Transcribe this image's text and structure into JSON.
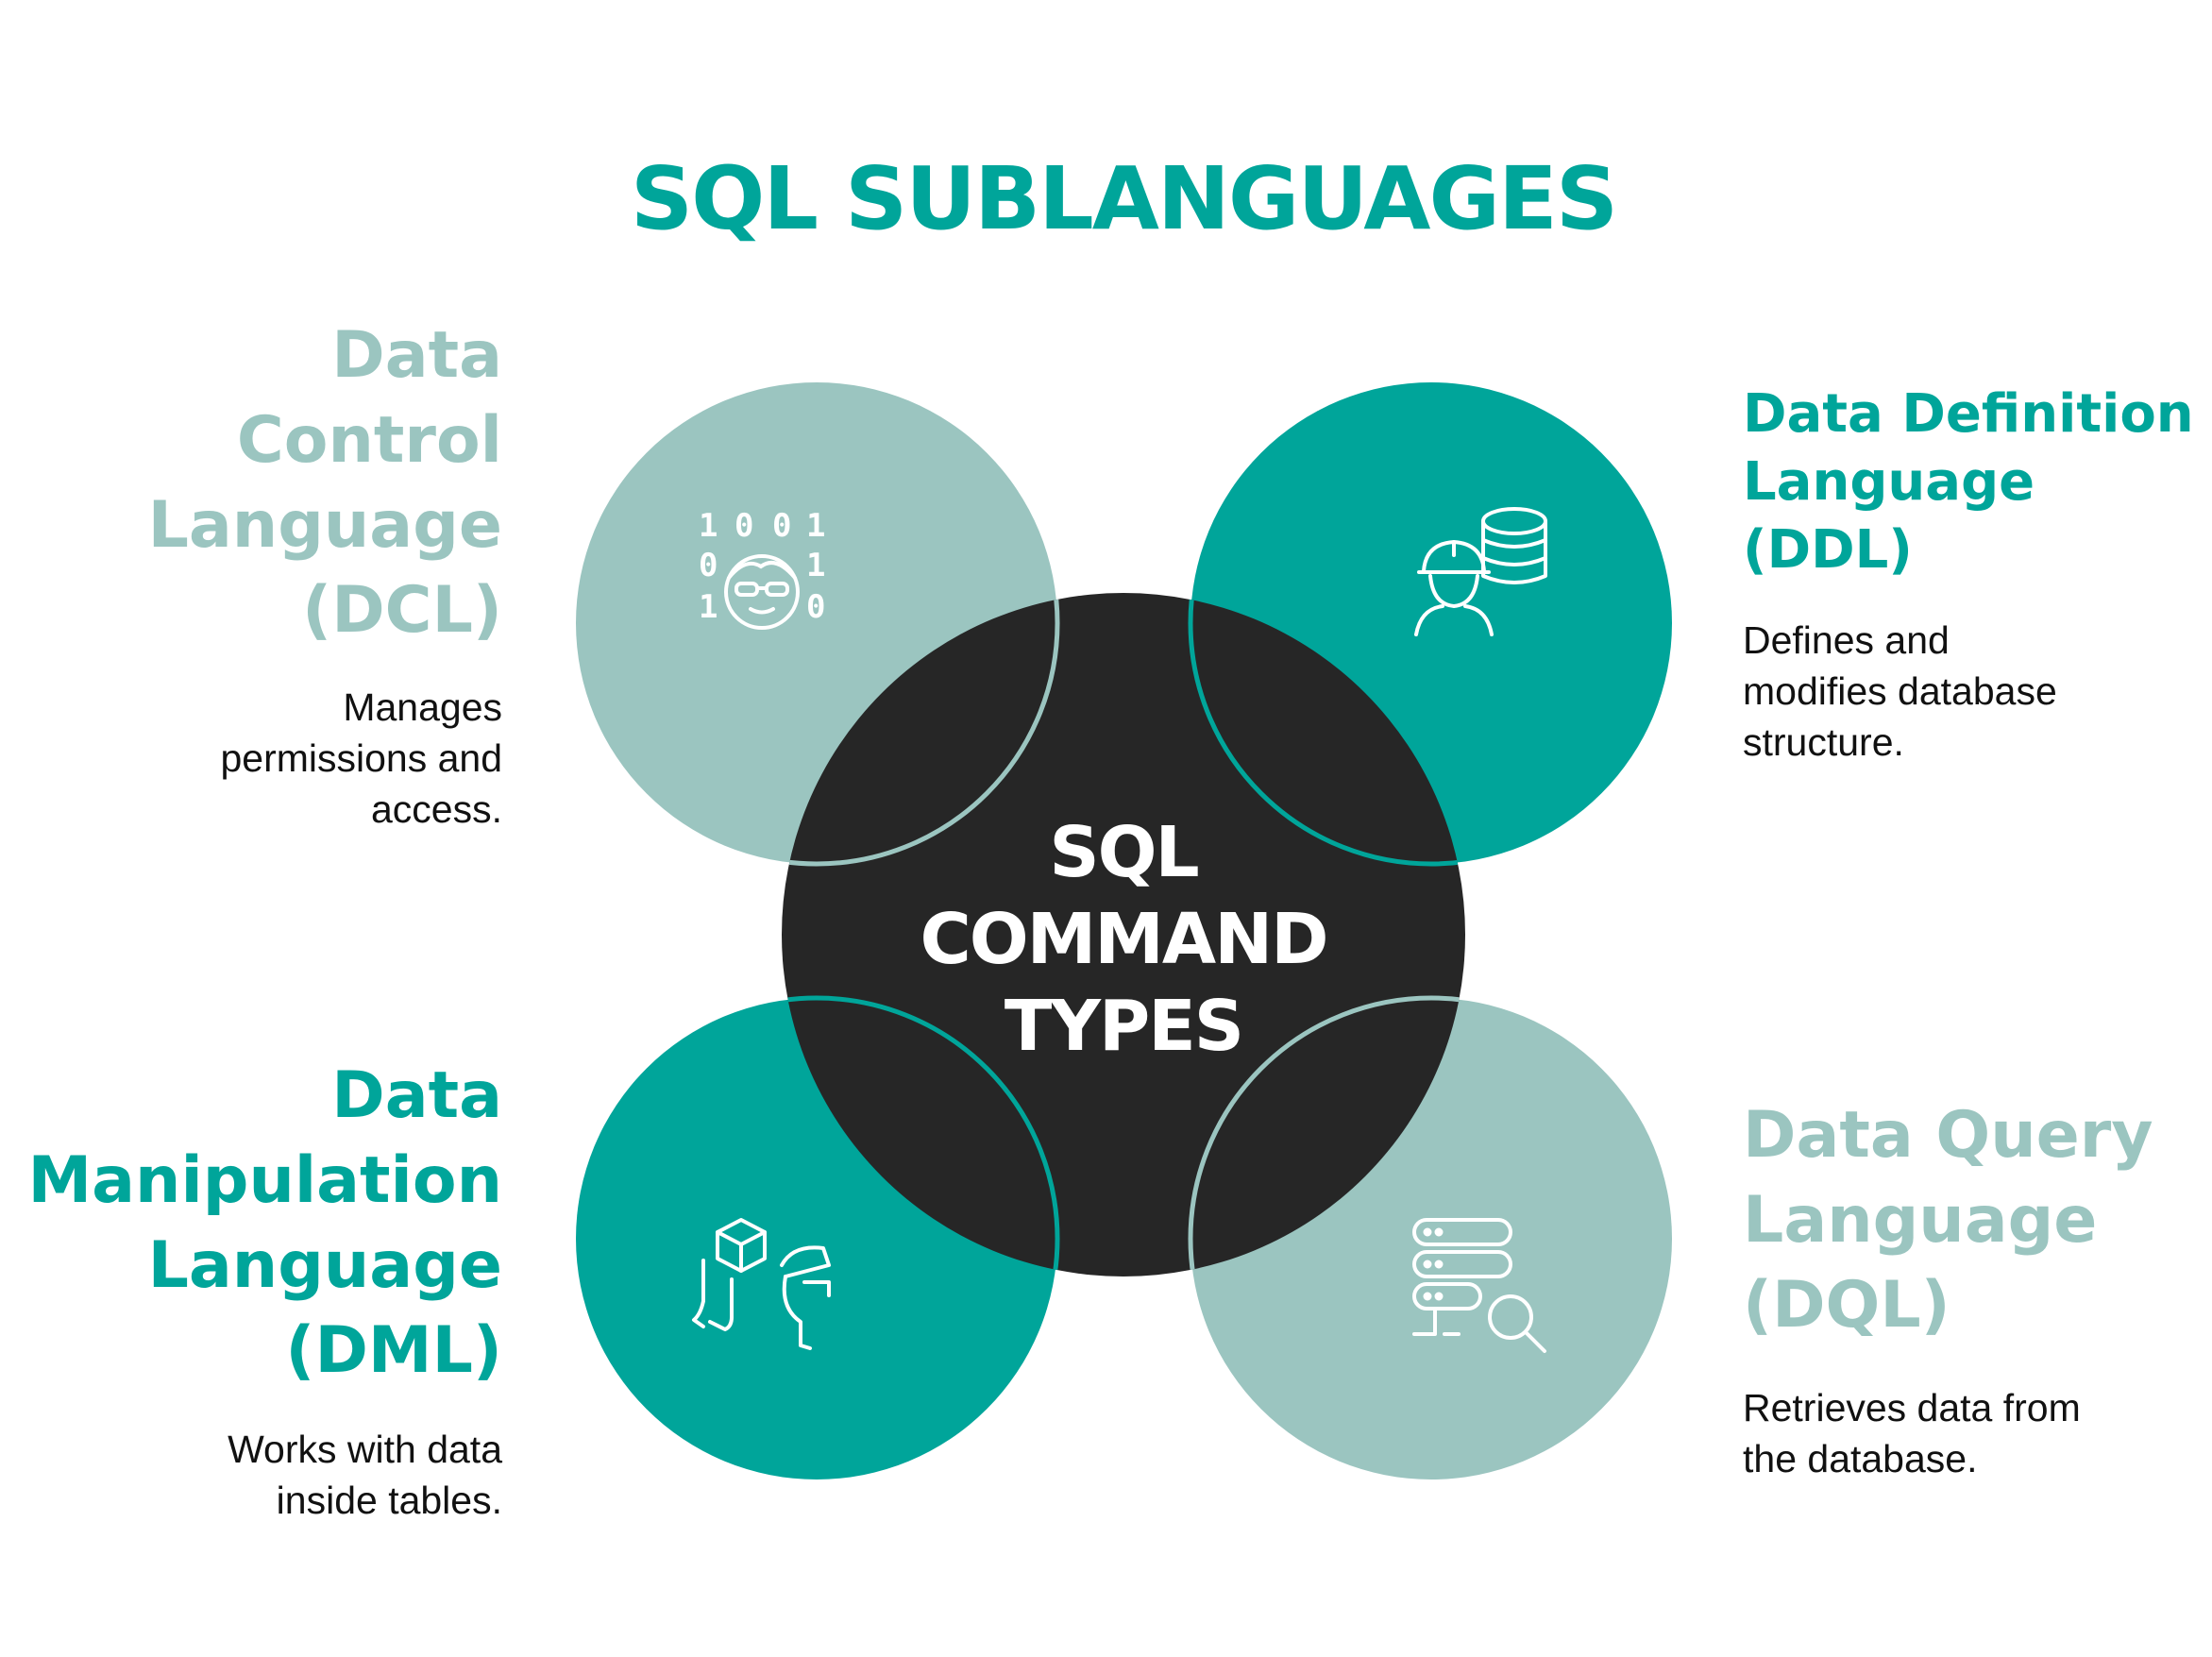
{
  "title": "SQL SUBLANGUAGES",
  "center": {
    "lines": [
      "SQL",
      "COMMAND",
      "TYPES"
    ]
  },
  "colors": {
    "teal": "#00A59A",
    "sage": "#9BC5C0",
    "dark": "#262626",
    "white": "#FFFFFF",
    "body_text": "#111111"
  },
  "sections": {
    "dcl": {
      "heading_lines": [
        "Data",
        "Control",
        "Language",
        "(DCL)"
      ],
      "desc_lines": [
        "Manages",
        "permissions and",
        "access."
      ],
      "icon": "binary-face-icon"
    },
    "ddl": {
      "heading_lines": [
        "Data Definition",
        "Language",
        "(DDL)"
      ],
      "desc_lines": [
        "Defines and",
        "modifies database",
        "structure."
      ],
      "icon": "engineer-database-icon"
    },
    "dml": {
      "heading_lines": [
        "Data",
        "Manipulation",
        "Language",
        "(DML)"
      ],
      "desc_lines": [
        "Works with data",
        "inside tables."
      ],
      "icon": "hand-cube-vr-icon"
    },
    "dql": {
      "heading_lines": [
        "Data Query",
        "Language",
        "(DQL)"
      ],
      "desc_lines": [
        "Retrieves data from",
        "the database."
      ],
      "icon": "server-search-icon"
    }
  }
}
